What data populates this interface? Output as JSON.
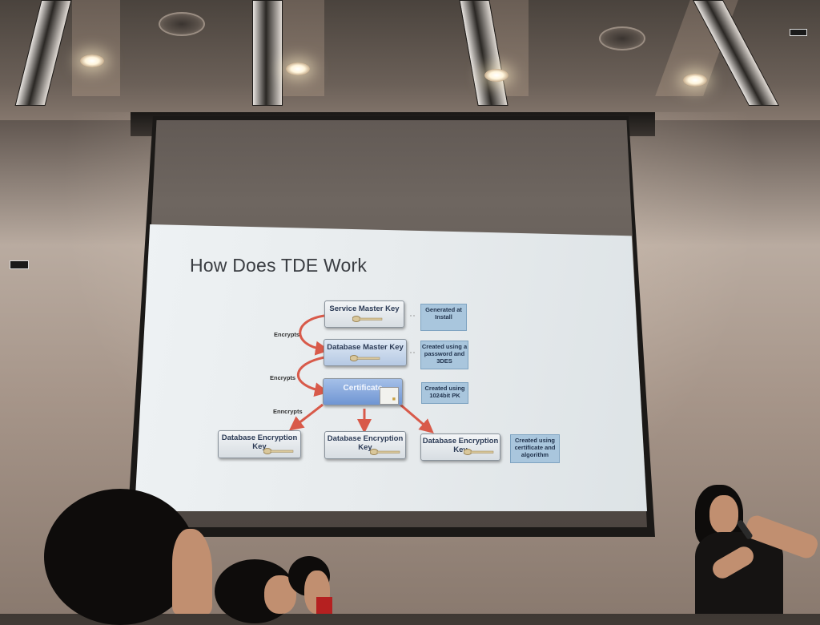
{
  "slide": {
    "title": "How Does TDE Work",
    "boxes": {
      "smk": "Service Master Key",
      "dmk": "Database Master Key",
      "cert": "Certificate",
      "dek1": "Database Encryption Key",
      "dek2": "Database Encryption Key",
      "dek3": "Database Encryption Key"
    },
    "notes": {
      "smk": "Generated at Install",
      "dmk": "Created using a password and 3DES",
      "cert": "Created using 1024bit PK",
      "dek": "Created using certificate and algorithm"
    },
    "side_labels": {
      "first": "Encrypts",
      "second": "Encrypts",
      "third": "Enncrypts"
    },
    "colors": {
      "arrow": "#d85a4a",
      "cert_box": "#7aa0d8",
      "note_box": "#a9c6dd"
    }
  },
  "scene": {
    "icons": [
      "key-icon",
      "lock-icon",
      "microphone-icon"
    ]
  }
}
